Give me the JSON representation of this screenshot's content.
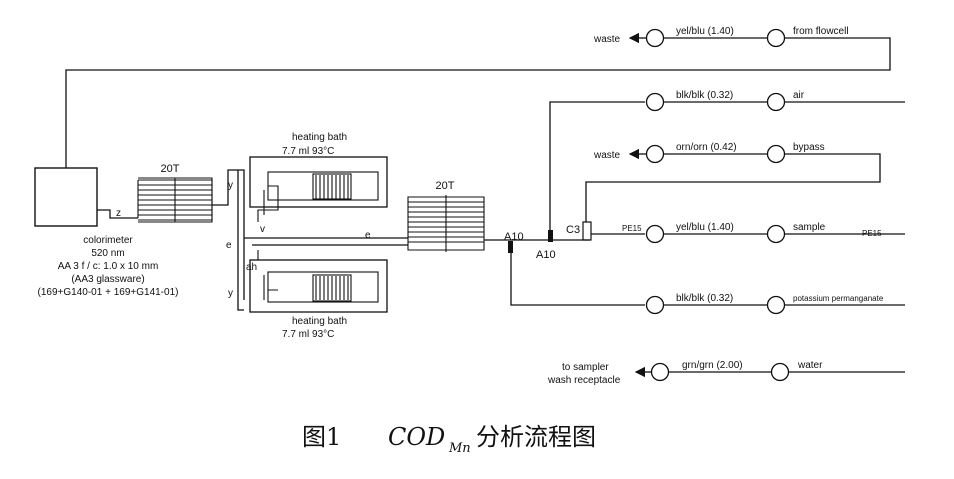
{
  "colorimeter": {
    "title": "colorimeter",
    "lines": [
      "520 nm",
      "AA 3 f / c: 1.0 x 10 mm",
      "(AA3 glassware)",
      "(169+G140-01 + 169+G141-01)"
    ]
  },
  "coils": {
    "left": "20T",
    "right": "20T"
  },
  "heating_bath_top": {
    "name": "heating bath",
    "spec": "7.7 ml   93°C"
  },
  "heating_bath_bottom": {
    "name": "heating bath",
    "spec": "7.7 ml   93°C"
  },
  "letters": {
    "z": "z",
    "y_top": "y",
    "e_left": "e",
    "y_bottom": "y",
    "v": "v",
    "e_mid": "e",
    "ah": "ah"
  },
  "fittings": {
    "a10_upper": "A10",
    "a10_lower": "A10",
    "c3": "C3"
  },
  "pump_lines": [
    {
      "left": "waste",
      "tube": "yel/blu (1.40)",
      "right": "from flowcell"
    },
    {
      "left": "",
      "tube": "blk/blk (0.32)",
      "right": "air"
    },
    {
      "left": "waste",
      "tube": "orn/orn (0.42)",
      "right": "bypass"
    },
    {
      "left": "PE15",
      "tube": "yel/blu (1.40)",
      "right": "sample",
      "right_extra": "PE15"
    },
    {
      "left": "",
      "tube": "blk/blk (0.32)",
      "right": "potassium permanganate"
    },
    {
      "left": "to sampler\nwash receptacle",
      "tube": "grn/grn (2.00)",
      "right": "water"
    }
  ],
  "caption": {
    "prefix": "图1",
    "main": "COD",
    "sub": "Mn",
    "suffix": "分析流程图"
  }
}
